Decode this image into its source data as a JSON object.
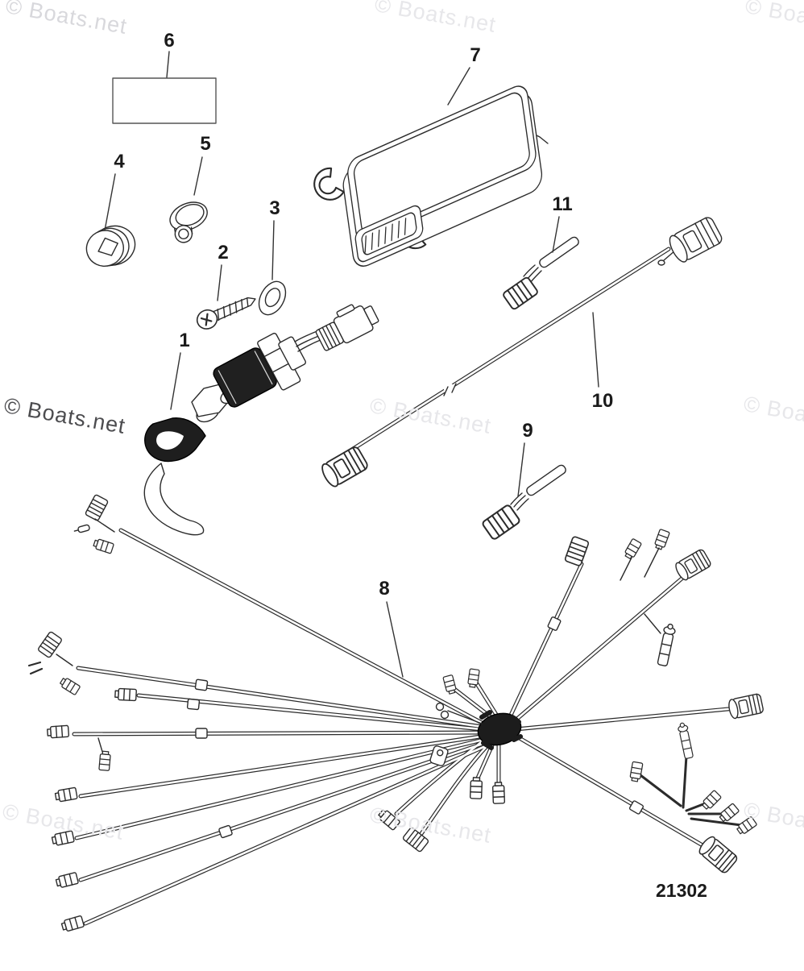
{
  "watermark_text": "© Boats.net",
  "drawing_number": "21302",
  "callouts": [
    {
      "label": "1"
    },
    {
      "label": "2"
    },
    {
      "label": "3"
    },
    {
      "label": "4"
    },
    {
      "label": "5"
    },
    {
      "label": "6"
    },
    {
      "label": "7"
    },
    {
      "label": "8"
    },
    {
      "label": "9"
    },
    {
      "label": "10"
    },
    {
      "label": "11"
    }
  ],
  "colors": {
    "line": "#2b2b2b",
    "fill": "#ffffff",
    "dark_fill": "#1e1e1e",
    "watermark_light": "#e7e7ea",
    "watermark_medium": "#d8d8dc",
    "watermark_dark": "#4c4c4f",
    "label": "#1a1a1a"
  }
}
